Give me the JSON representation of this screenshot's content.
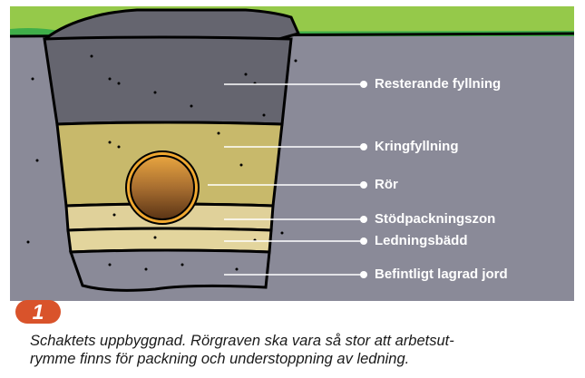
{
  "figure": {
    "number": "1",
    "caption_line1": "Schaktets uppbyggnad. Rörgraven ska vara så stor att arbetsut-",
    "caption_line2": "rymme finns för packning och understoppning av ledning.",
    "labels": [
      {
        "id": "resterande",
        "text": "Resterande fyllning"
      },
      {
        "id": "kringfyllning",
        "text": "Kringfyllning"
      },
      {
        "id": "ror",
        "text": "Rör"
      },
      {
        "id": "stodpackningszon",
        "text": "Stödpackningszon"
      },
      {
        "id": "ledningsbadd",
        "text": "Ledningsbädd"
      },
      {
        "id": "befintligt",
        "text": "Befintligt lagrad jord"
      }
    ],
    "colors": {
      "ground": "#8a8a98",
      "grass_light": "#95c94a",
      "grass_dark": "#3fae49",
      "backfill_rest": "#65656f",
      "backfill_surround": "#c8b96b",
      "support_zone": "#e0d19a",
      "bedding": "#e3d59d",
      "pipe_outer": "#f0a830",
      "pipe_inner": "#8a5a28",
      "badge": "#d9532b"
    }
  }
}
